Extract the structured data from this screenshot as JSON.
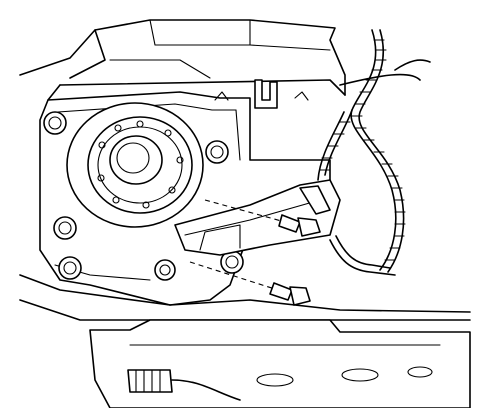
{
  "image": {
    "kind": "line-art service illustration",
    "labels": []
  },
  "parts": {
    "housing": "transfer-case-housing",
    "flange": "output-flange",
    "bracket": "wiring-bracket",
    "harness": "wiring-harness",
    "bolts": "mounting-bolts"
  },
  "colors": {
    "line": "#000000",
    "background": "#ffffff"
  }
}
